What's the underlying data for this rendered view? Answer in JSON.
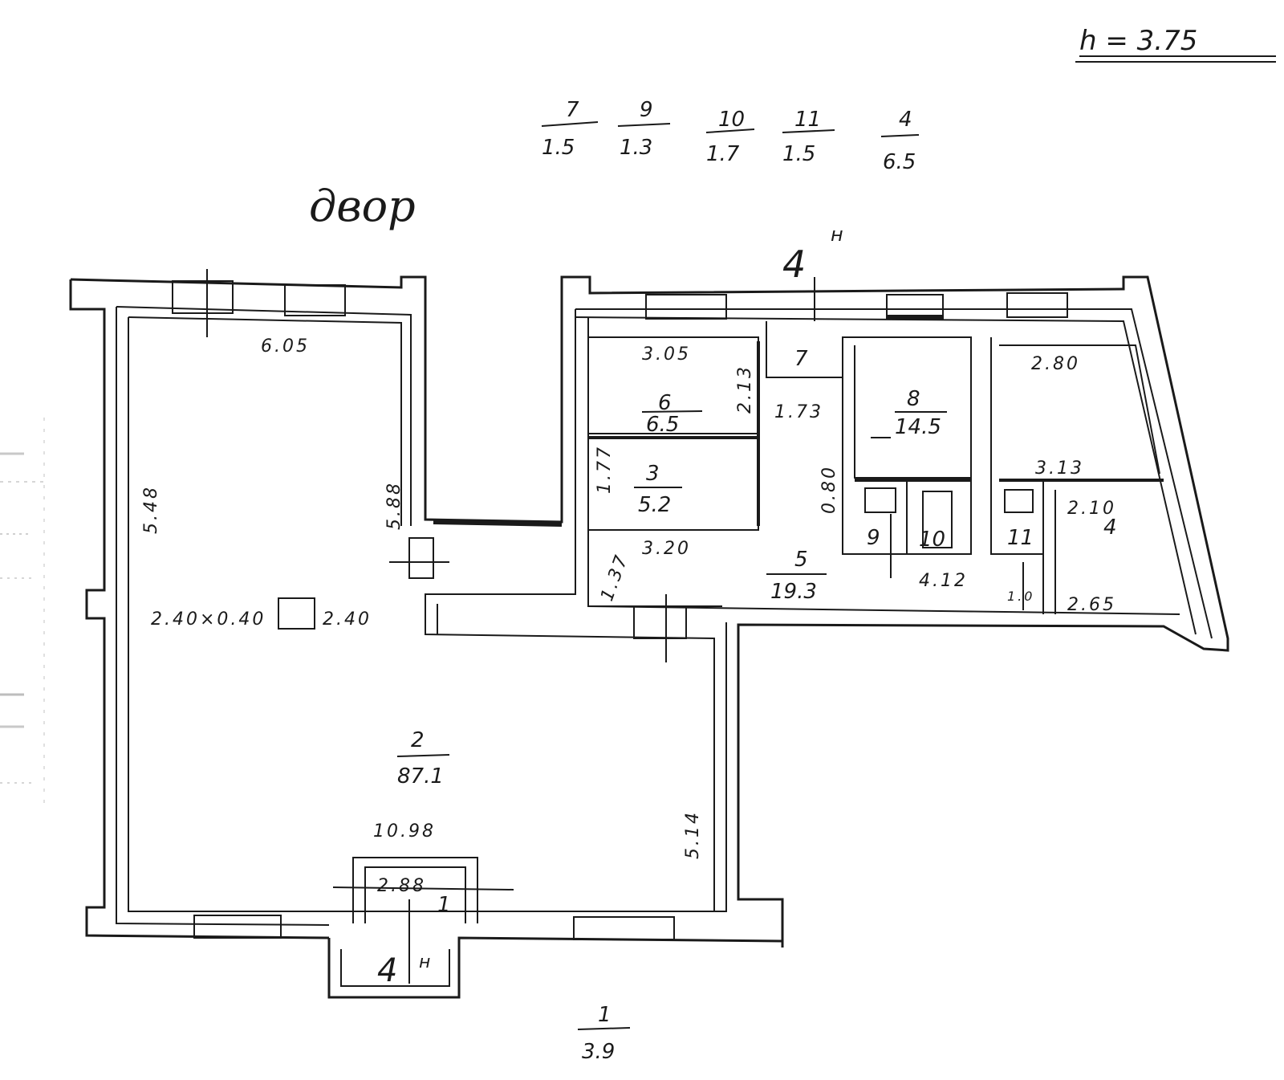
{
  "header": {
    "height_label": "h = 3.75",
    "yard_label": "двор"
  },
  "legend_fractions": [
    {
      "top": "7",
      "bottom": "1.5"
    },
    {
      "top": "9",
      "bottom": "1.3"
    },
    {
      "top": "10",
      "bottom": "1.7"
    },
    {
      "top": "11",
      "bottom": "1.5"
    },
    {
      "top": "4",
      "bottom": "6.5"
    }
  ],
  "entrances": {
    "top_marker": "4",
    "top_marker_sup": "н",
    "bottom_marker": "4",
    "bottom_marker_sup": "н"
  },
  "rooms": {
    "r2": {
      "number": "2",
      "area": "87.1"
    },
    "r3": {
      "number": "3",
      "area": "5.2"
    },
    "r5": {
      "number": "5",
      "area": "19.3"
    },
    "r6": {
      "number": "6",
      "area": "6.5"
    },
    "r7": {
      "number": "7"
    },
    "r8": {
      "number": "8",
      "area": "14.5"
    },
    "r9": {
      "number": "9"
    },
    "r10": {
      "number": "10"
    },
    "r11": {
      "number": "11"
    },
    "r4": {
      "number": "4"
    },
    "r1": {
      "number": "1"
    }
  },
  "bottom_fraction": {
    "top": "1",
    "bottom": "3.9"
  },
  "dimensions": {
    "d_605": "6.05",
    "d_5_88": "5.88",
    "d_left_vert": "5.48",
    "d_240_040": "2.40×0.40",
    "d_240": "2.40",
    "d_1098": "10.98",
    "d_514": "5.14",
    "d_288": "2.88",
    "d_305": "3.05",
    "d_2_1": "2.13",
    "d_173": "1.73",
    "d_177": "1.77",
    "d_320": "3.20",
    "d_137": "1.37",
    "d_280": "2.80",
    "d_313": "3.13",
    "d_210": "2.10",
    "d_412": "4.12",
    "d_265": "2.65",
    "d_10": "1.0",
    "d_080": "0.80"
  },
  "colors": {
    "ink": "#1a1a1a",
    "paper": "#ffffff"
  }
}
